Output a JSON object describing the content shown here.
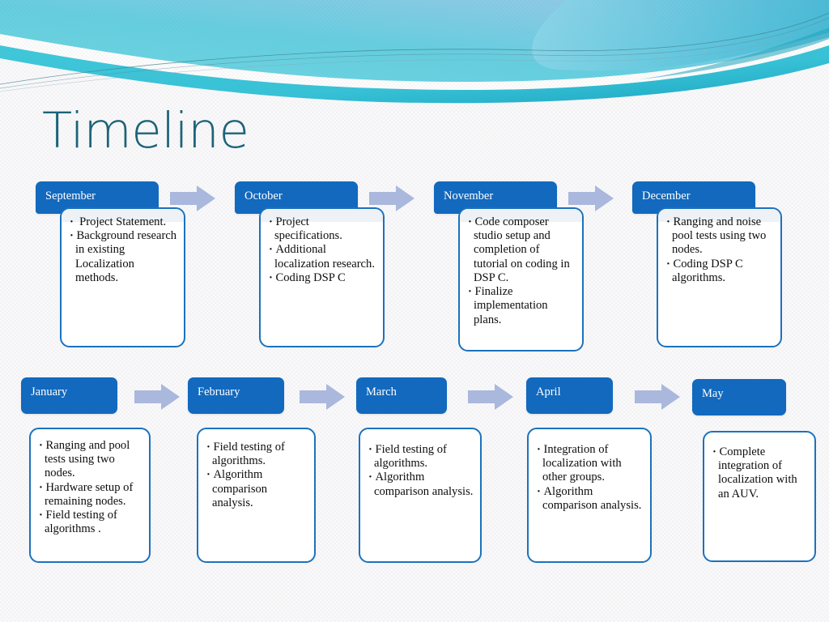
{
  "slide": {
    "title": "Timeline",
    "title_color": "#1d6379",
    "header_box_color": "#1269BE",
    "body_border_color": "#1B72BD",
    "arrow_color": "#A9B8DC",
    "banner_colors": [
      "#57D3E0",
      "#3FC8D8",
      "#8ED3E8",
      "#7EC6E4",
      "#19A9C0"
    ],
    "background_color": "#fafafb"
  },
  "rows": [
    {
      "name": "row-1",
      "stages": [
        {
          "month": "September",
          "bullets": [
            "Project Statement.",
            "Background research in existing Localization methods."
          ],
          "first_bullet_spaced": true
        },
        {
          "month": "October",
          "bullets": [
            "Project specifications.",
            "Additional localization research.",
            "Coding DSP C"
          ],
          "first_bullet_spaced": false
        },
        {
          "month": "November",
          "bullets": [
            "Code composer studio setup and completion of tutorial on coding in DSP C.",
            "Finalize implementation plans."
          ],
          "first_bullet_spaced": false
        },
        {
          "month": "December",
          "bullets": [
            "Ranging and noise pool tests using two nodes.",
            "Coding DSP C algorithms."
          ],
          "first_bullet_spaced": false
        }
      ]
    },
    {
      "name": "row-2",
      "stages": [
        {
          "month": "January",
          "bullets": [
            "Ranging and pool tests using two nodes.",
            "Hardware setup of remaining nodes.",
            "Field testing of algorithms ."
          ],
          "first_bullet_spaced": false
        },
        {
          "month": "February",
          "bullets": [
            "Field testing of algorithms.",
            "Algorithm comparison analysis."
          ],
          "first_bullet_spaced": false
        },
        {
          "month": "March",
          "bullets": [
            "Field testing of algorithms.",
            "Algorithm comparison analysis."
          ],
          "first_bullet_spaced": false
        },
        {
          "month": "April",
          "bullets": [
            "Integration of localization with other groups.",
            "Algorithm comparison analysis."
          ],
          "first_bullet_spaced": false
        },
        {
          "month": "May",
          "bullets": [
            "Complete integration of localization with an AUV."
          ],
          "first_bullet_spaced": false
        }
      ]
    }
  ]
}
